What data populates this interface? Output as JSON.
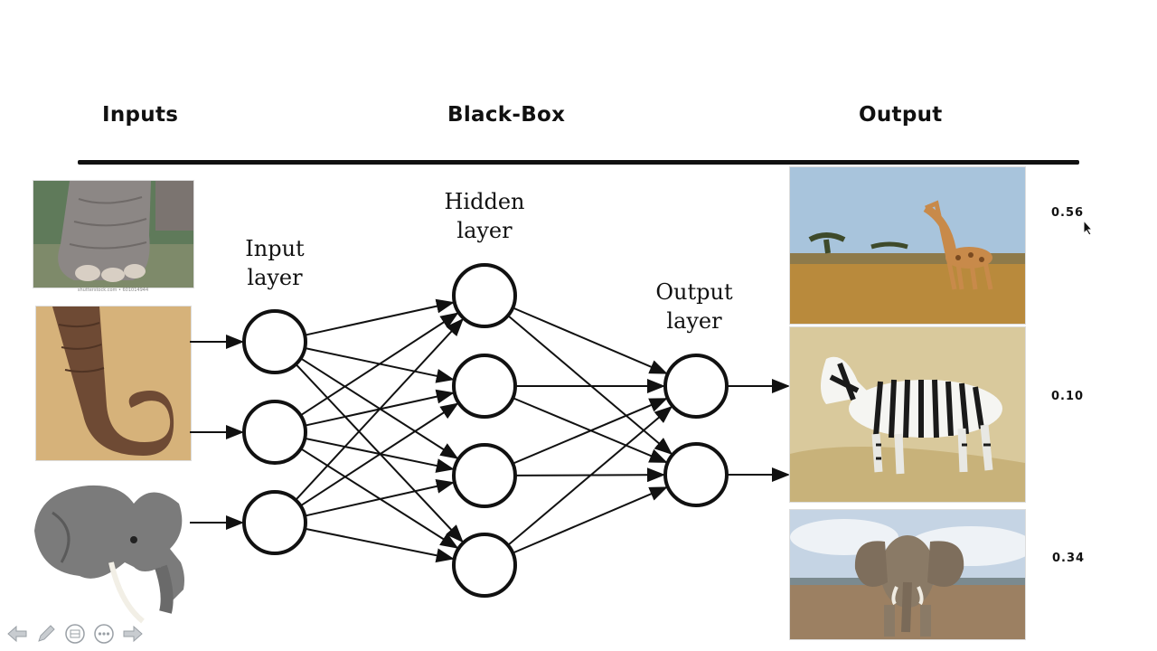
{
  "headers": {
    "inputs": "Inputs",
    "blackbox": "Black-Box",
    "output": "Output"
  },
  "network": {
    "input_layer": [
      "Input",
      "layer"
    ],
    "hidden_layer": [
      "Hidden",
      "layer"
    ],
    "output_layer": [
      "Output",
      "layer"
    ],
    "input_nodes": 3,
    "hidden_nodes": 4,
    "output_nodes": 2
  },
  "input_images": [
    {
      "subject": "elephant foot",
      "caption": "shutterstock.com • 601014944"
    },
    {
      "subject": "elephant trunk"
    },
    {
      "subject": "elephant head"
    }
  ],
  "outputs": [
    {
      "subject": "giraffe",
      "probability": "0.56"
    },
    {
      "subject": "zebra",
      "probability": "0.10"
    },
    {
      "subject": "elephant",
      "probability": "0.34"
    }
  ],
  "toolbar": {
    "icons": [
      "arrow-left-icon",
      "pen-icon",
      "slides-icon",
      "more-icon",
      "arrow-right-icon"
    ]
  }
}
